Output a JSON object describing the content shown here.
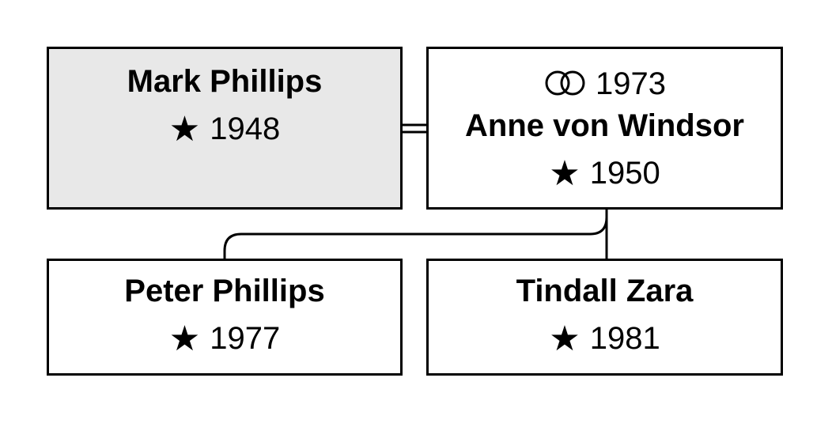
{
  "persons": {
    "mark": {
      "name": "Mark Phillips",
      "birth_year": "1948"
    },
    "anne": {
      "marriage_year": "1973",
      "name": "Anne von Windsor",
      "birth_year": "1950"
    },
    "peter": {
      "name": "Peter Phillips",
      "birth_year": "1977"
    },
    "zara": {
      "name": "Tindall Zara",
      "birth_year": "1981"
    }
  },
  "icons": {
    "birth": "star-icon",
    "marriage": "wedding-rings-icon"
  },
  "colors": {
    "shaded_box": "#e8e8e8",
    "box": "#ffffff",
    "stroke": "#000000"
  }
}
